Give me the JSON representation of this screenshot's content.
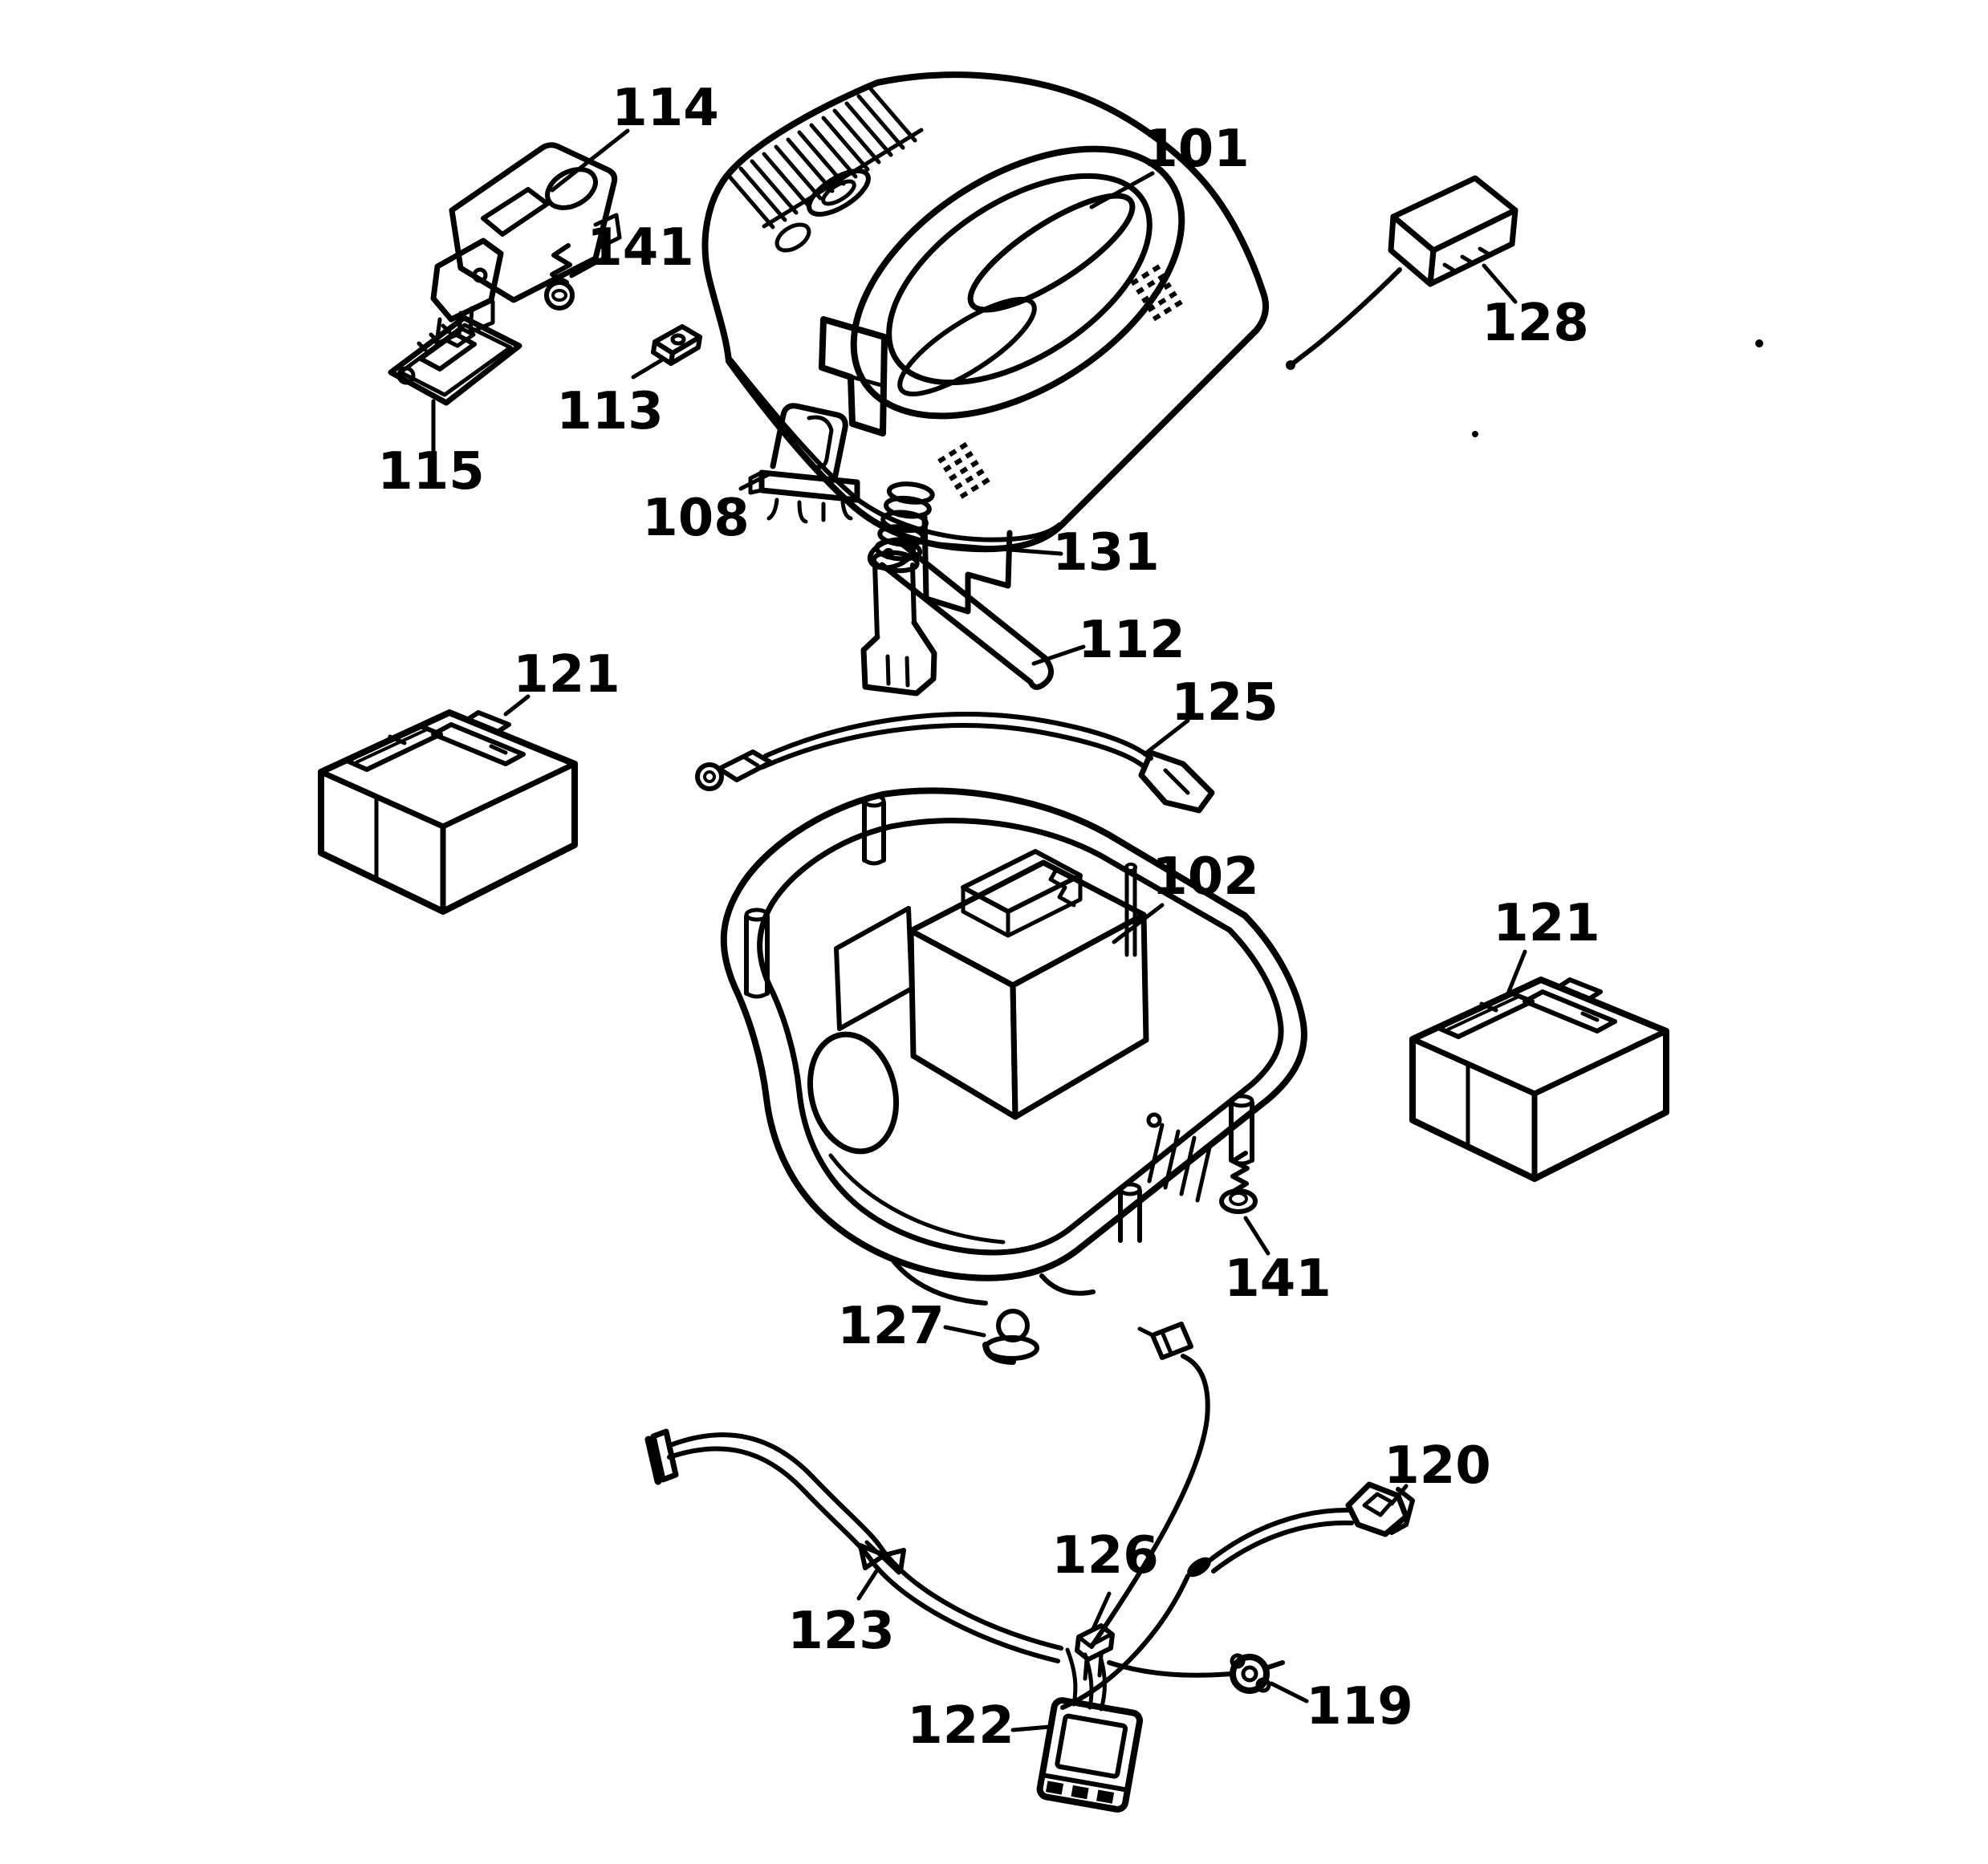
{
  "diagram": {
    "type": "exploded-parts-diagram",
    "colors": {
      "line": "#000000",
      "background": "#ffffff"
    },
    "callouts": [
      {
        "part": "114"
      },
      {
        "part": "101"
      },
      {
        "part": "141"
      },
      {
        "part": "128"
      },
      {
        "part": "113"
      },
      {
        "part": "115"
      },
      {
        "part": "108"
      },
      {
        "part": "131"
      },
      {
        "part": "112"
      },
      {
        "part": "121"
      },
      {
        "part": "125"
      },
      {
        "part": "102"
      },
      {
        "part": "121"
      },
      {
        "part": "141"
      },
      {
        "part": "127"
      },
      {
        "part": "123"
      },
      {
        "part": "126"
      },
      {
        "part": "120"
      },
      {
        "part": "122"
      },
      {
        "part": "119"
      }
    ]
  }
}
